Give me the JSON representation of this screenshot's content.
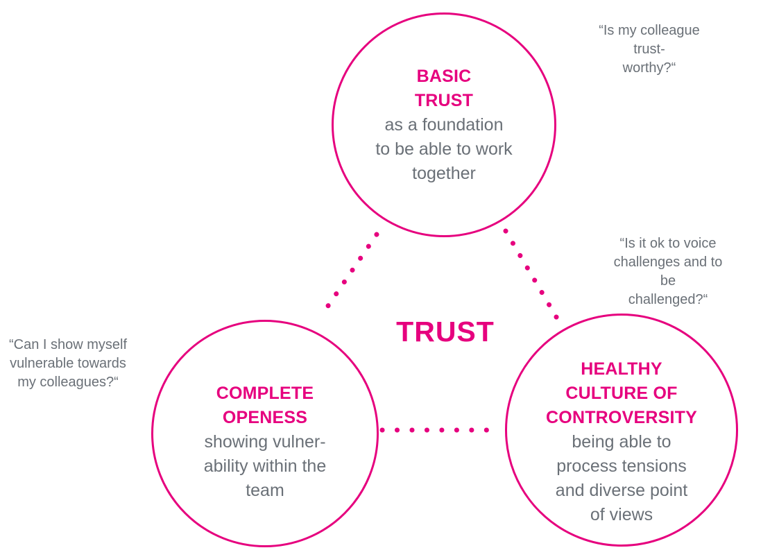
{
  "diagram": {
    "center_label": "TRUST",
    "colors": {
      "magenta": "#e6007e",
      "text_gray": "#6a7077",
      "background": "#ffffff"
    },
    "circles": [
      {
        "id": "basic-trust",
        "title": "BASIC\nTRUST",
        "body": "as a foundation\nto be able to work\ntogether"
      },
      {
        "id": "complete-openess",
        "title": "COMPLETE\nOPENESS",
        "body": "showing vulner-\nability within the\nteam"
      },
      {
        "id": "healthy-culture-of-controversity",
        "title": "HEALTHY\nCULTURE OF\nCONTROVERSITY",
        "body": "being able to\nprocess tensions\nand diverse point\nof views"
      }
    ],
    "quotes": [
      {
        "id": "trustworthy",
        "text": "“Is my colleague trust-\nworthy?“"
      },
      {
        "id": "challenges",
        "text": "“Is it ok to voice\nchallenges and to be\nchallenged?“"
      },
      {
        "id": "vulnerable",
        "text": "“Can I show myself\nvulnerable towards\nmy colleagues?“"
      }
    ]
  }
}
